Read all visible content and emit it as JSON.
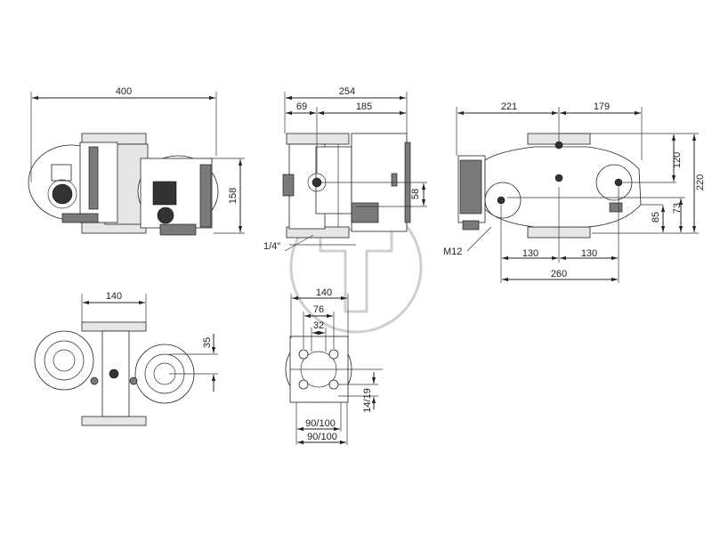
{
  "dimensions": {
    "front_width": "400",
    "front_height": "158",
    "side_total": "254",
    "side_left": "69",
    "side_right": "185",
    "side_height": "58",
    "thread": "1/4\"",
    "right_left": "221",
    "right_right": "179",
    "right_h120": "120",
    "right_h220": "220",
    "right_h73": "73",
    "right_h85": "85",
    "bolt": "M12",
    "right_b130a": "130",
    "right_b130b": "130",
    "right_b260": "260",
    "top_width": "140",
    "top_offset": "35",
    "flange_140": "140",
    "flange_76": "76",
    "flange_32": "32",
    "flange_hole": "14/19",
    "flange_pcd1": "90/100",
    "flange_pcd2": "90/100"
  }
}
